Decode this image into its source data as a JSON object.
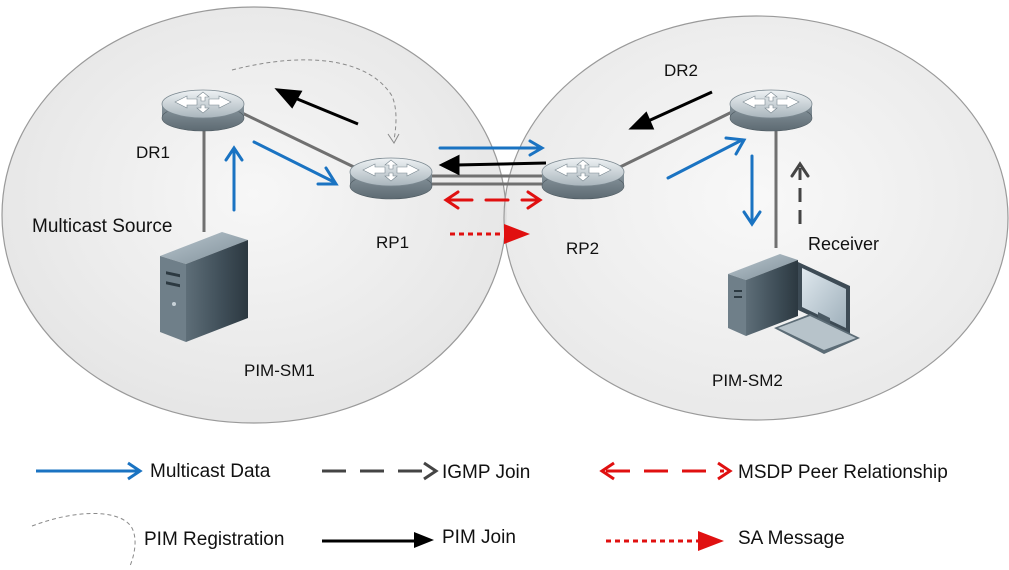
{
  "colors": {
    "multicast_data": "#1a73c2",
    "igmp_join": "#444444",
    "msdp_peer": "#e01010",
    "pim_join": "#000000",
    "sa_message": "#e01010",
    "pim_registration": "#999999",
    "domain_fill": "#ececec",
    "domain_border": "#9a9a9a",
    "link": "#707070",
    "router_body": "#7d8a93"
  },
  "domains": [
    {
      "label": "PIM-SM1"
    },
    {
      "label": "PIM-SM2"
    }
  ],
  "nodes": {
    "dr1": {
      "label": "DR1",
      "icon": "router-icon"
    },
    "rp1": {
      "label": "RP1",
      "icon": "router-icon"
    },
    "rp2": {
      "label": "RP2",
      "icon": "router-icon"
    },
    "dr2": {
      "label": "DR2",
      "icon": "router-icon"
    },
    "source": {
      "label": "Multicast Source",
      "icon": "server-icon"
    },
    "receiver": {
      "label": "Receiver",
      "icon": "desktop-computer-icon"
    }
  },
  "legend": [
    {
      "key": "multicast_data",
      "label": "Multicast Data",
      "style": "solid-arrow"
    },
    {
      "key": "igmp_join",
      "label": "IGMP Join",
      "style": "dashed-arrow"
    },
    {
      "key": "msdp_peer",
      "label": "MSDP Peer Relationship",
      "style": "dashed-double-arrow"
    },
    {
      "key": "pim_registration",
      "label": "PIM Registration",
      "style": "thin-dashed-curve"
    },
    {
      "key": "pim_join",
      "label": "PIM Join",
      "style": "solid-arrow"
    },
    {
      "key": "sa_message",
      "label": "SA Message",
      "style": "dotted-arrow"
    }
  ]
}
